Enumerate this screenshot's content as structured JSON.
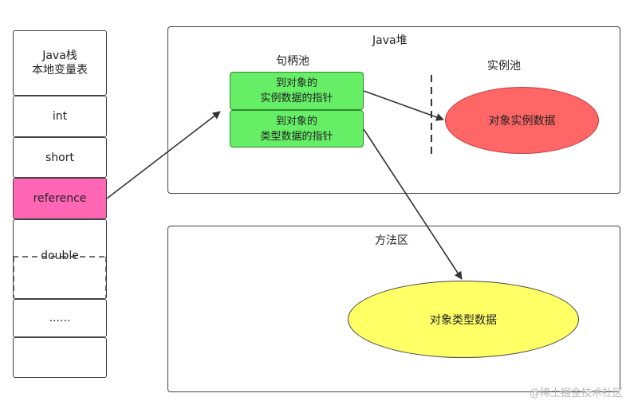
{
  "stack": {
    "title_line1": "Java栈",
    "title_line2": "本地变量表",
    "cells": [
      "int",
      "short",
      "reference",
      "double",
      "......"
    ]
  },
  "heap": {
    "title": "Java堆",
    "handle_pool_label": "句柄池",
    "instance_pool_label": "实例池",
    "handle_instance": [
      "到对象的",
      "实例数据的指针"
    ],
    "handle_type": [
      "到对象的",
      "类型数据的指针"
    ],
    "instance_data": "对象实例数据"
  },
  "method_area": {
    "title": "方法区",
    "type_data": "对象类型数据"
  },
  "colors": {
    "reference_fill": "#ff66b3",
    "handle_fill": "#66ee66",
    "instance_fill": "#ff6666",
    "type_fill": "#ffff66"
  },
  "watermark": "@稀土掘金技术社区"
}
